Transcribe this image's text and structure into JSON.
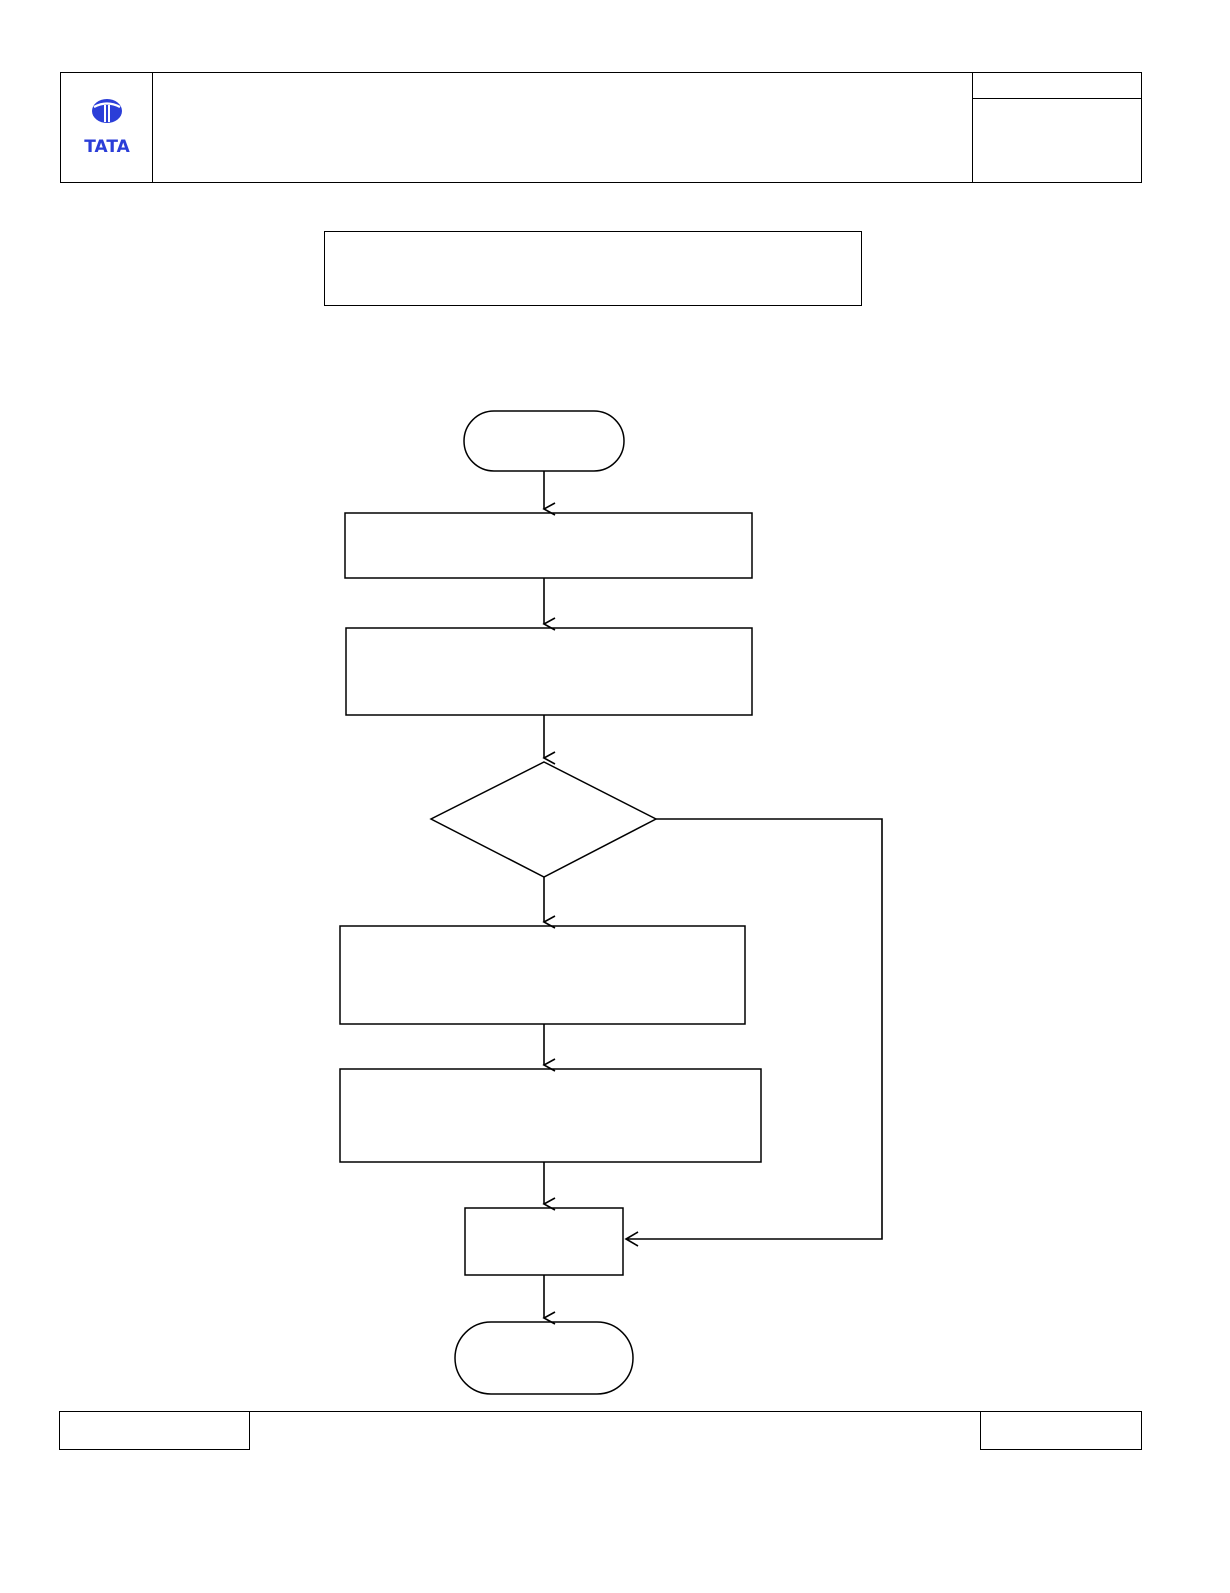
{
  "header": {
    "logo_text": "TATA",
    "brand_color": "#2b3ed8"
  },
  "diagram": {
    "nodes": [
      {
        "id": "start",
        "shape": "terminator",
        "label": ""
      },
      {
        "id": "step-1",
        "shape": "process",
        "label": ""
      },
      {
        "id": "step-2",
        "shape": "process",
        "label": ""
      },
      {
        "id": "decision-1",
        "shape": "decision",
        "label": ""
      },
      {
        "id": "step-3",
        "shape": "process",
        "label": ""
      },
      {
        "id": "step-4",
        "shape": "process",
        "label": ""
      },
      {
        "id": "step-5",
        "shape": "process",
        "label": ""
      },
      {
        "id": "end",
        "shape": "terminator",
        "label": ""
      }
    ],
    "edges": [
      {
        "from": "start",
        "to": "step-1"
      },
      {
        "from": "step-1",
        "to": "step-2"
      },
      {
        "from": "step-2",
        "to": "decision-1"
      },
      {
        "from": "decision-1",
        "to": "step-3"
      },
      {
        "from": "decision-1",
        "to": "step-5"
      },
      {
        "from": "step-3",
        "to": "step-4"
      },
      {
        "from": "step-4",
        "to": "step-5"
      },
      {
        "from": "step-5",
        "to": "end"
      }
    ]
  }
}
